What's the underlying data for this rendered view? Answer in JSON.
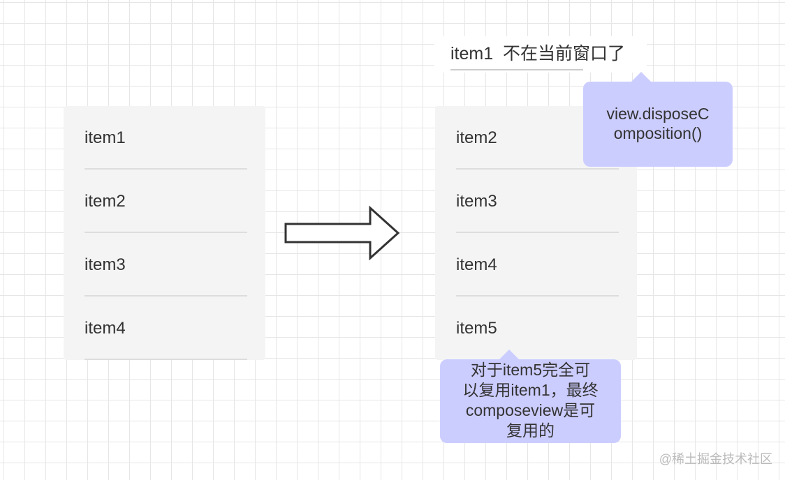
{
  "left_list": {
    "items": [
      "item1",
      "item2",
      "item3",
      "item4"
    ]
  },
  "right_list": {
    "items": [
      "item2",
      "item3",
      "item4",
      "item5"
    ]
  },
  "top_label": {
    "item": "item1",
    "note": "不在当前窗口了"
  },
  "dispose_callout": {
    "lines": [
      "view.disposeC",
      "omposition()"
    ]
  },
  "reuse_callout": {
    "lines": [
      "对于item5完全可",
      "以复用item1，最终",
      "composeview是可",
      "复用的"
    ]
  },
  "watermark": "@稀土掘金技术社区",
  "colors": {
    "callout_bg": "#cccdff",
    "card_bg": "#f4f4f4",
    "grid": "#e6e6e6"
  }
}
